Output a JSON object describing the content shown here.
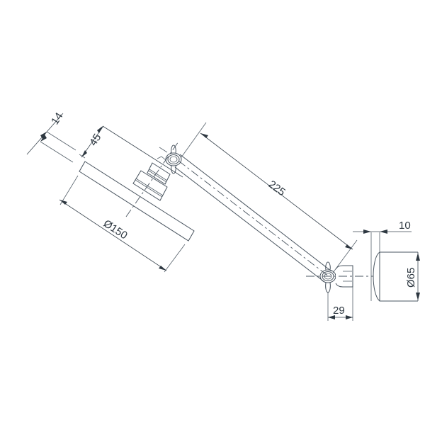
{
  "drawing": {
    "subject": "Shower head with adjustable arm and wall flange",
    "line_color": "#4a5560",
    "text_color": "#2d3740",
    "dimensions": {
      "head_thickness": "14",
      "head_height": "45",
      "head_diameter": "Ø150",
      "arm_length": "225",
      "flange_depth": "10",
      "flange_diameter": "Ø65",
      "joint_offset": "29"
    }
  }
}
